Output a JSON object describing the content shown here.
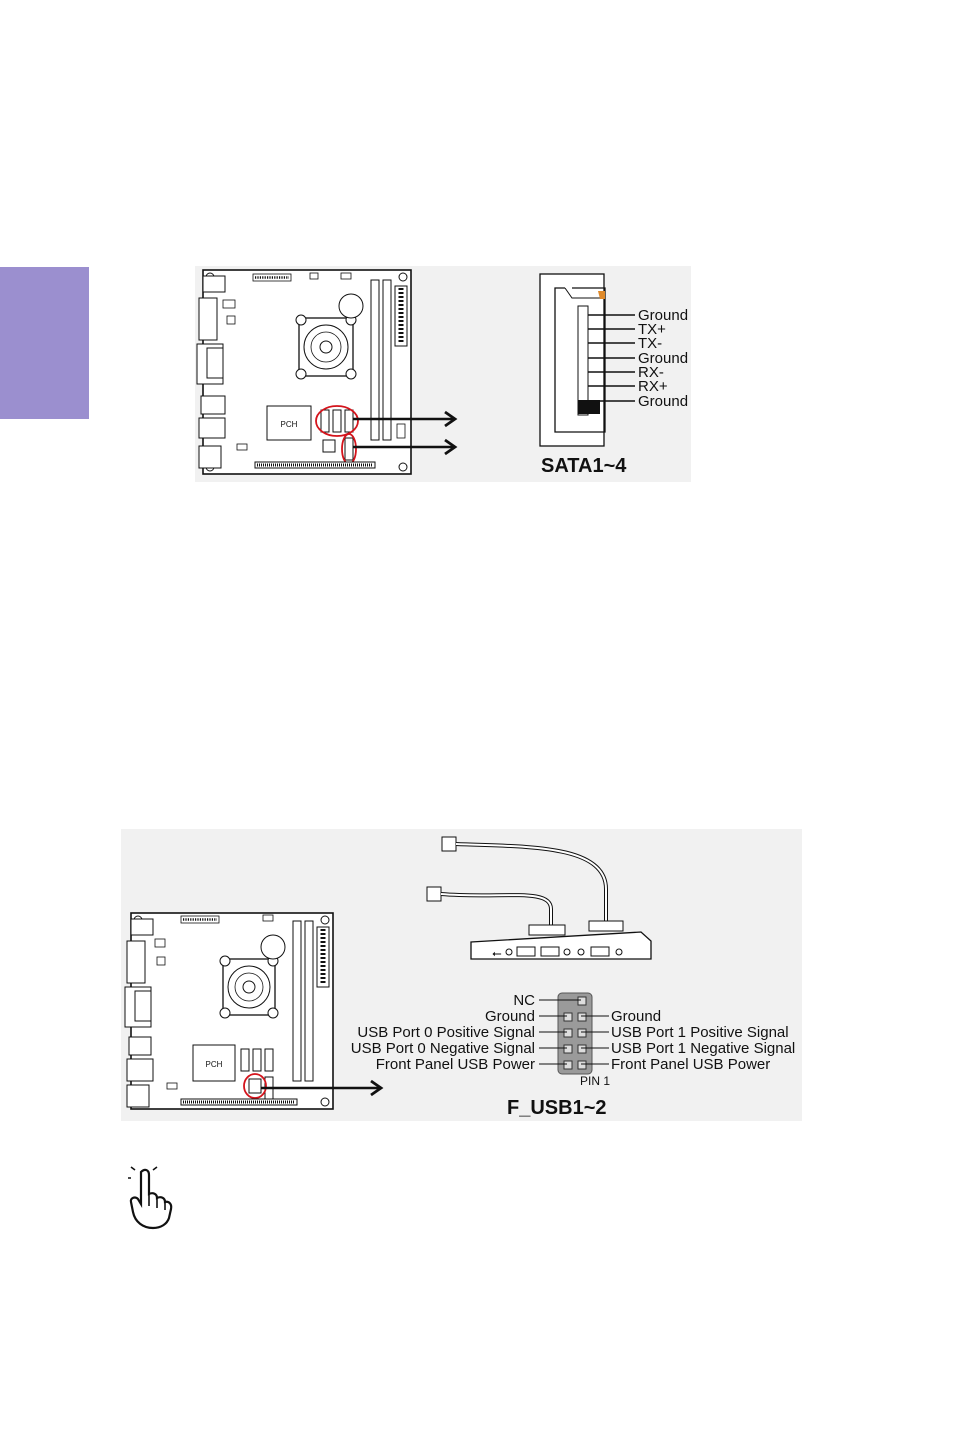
{
  "colors": {
    "side_tab": "#9b8fcf",
    "figure_bg": "#f1f1f1",
    "highlight": "#d4141c",
    "board_label": "#3a3aa0"
  },
  "board": {
    "pch_label": "PCH"
  },
  "sata": {
    "caption": "SATA1~4",
    "pins": [
      "Ground",
      "TX+",
      "TX-",
      "Ground",
      "RX-",
      "RX+",
      "Ground"
    ]
  },
  "usb": {
    "caption": "F_USB1~2",
    "left_pins": [
      "NC",
      "Ground",
      "USB Port 0 Positive Signal",
      "USB Port 0 Negative Signal",
      "Front Panel USB Power"
    ],
    "right_pins": [
      "Ground",
      "USB Port 1 Positive Signal",
      "USB Port 1 Negative Signal",
      "Front Panel USB Power"
    ],
    "pin1_label": "PIN 1"
  },
  "icons": {
    "note": "pointing-hand-icon",
    "usb_symbol": "usb-icon"
  }
}
